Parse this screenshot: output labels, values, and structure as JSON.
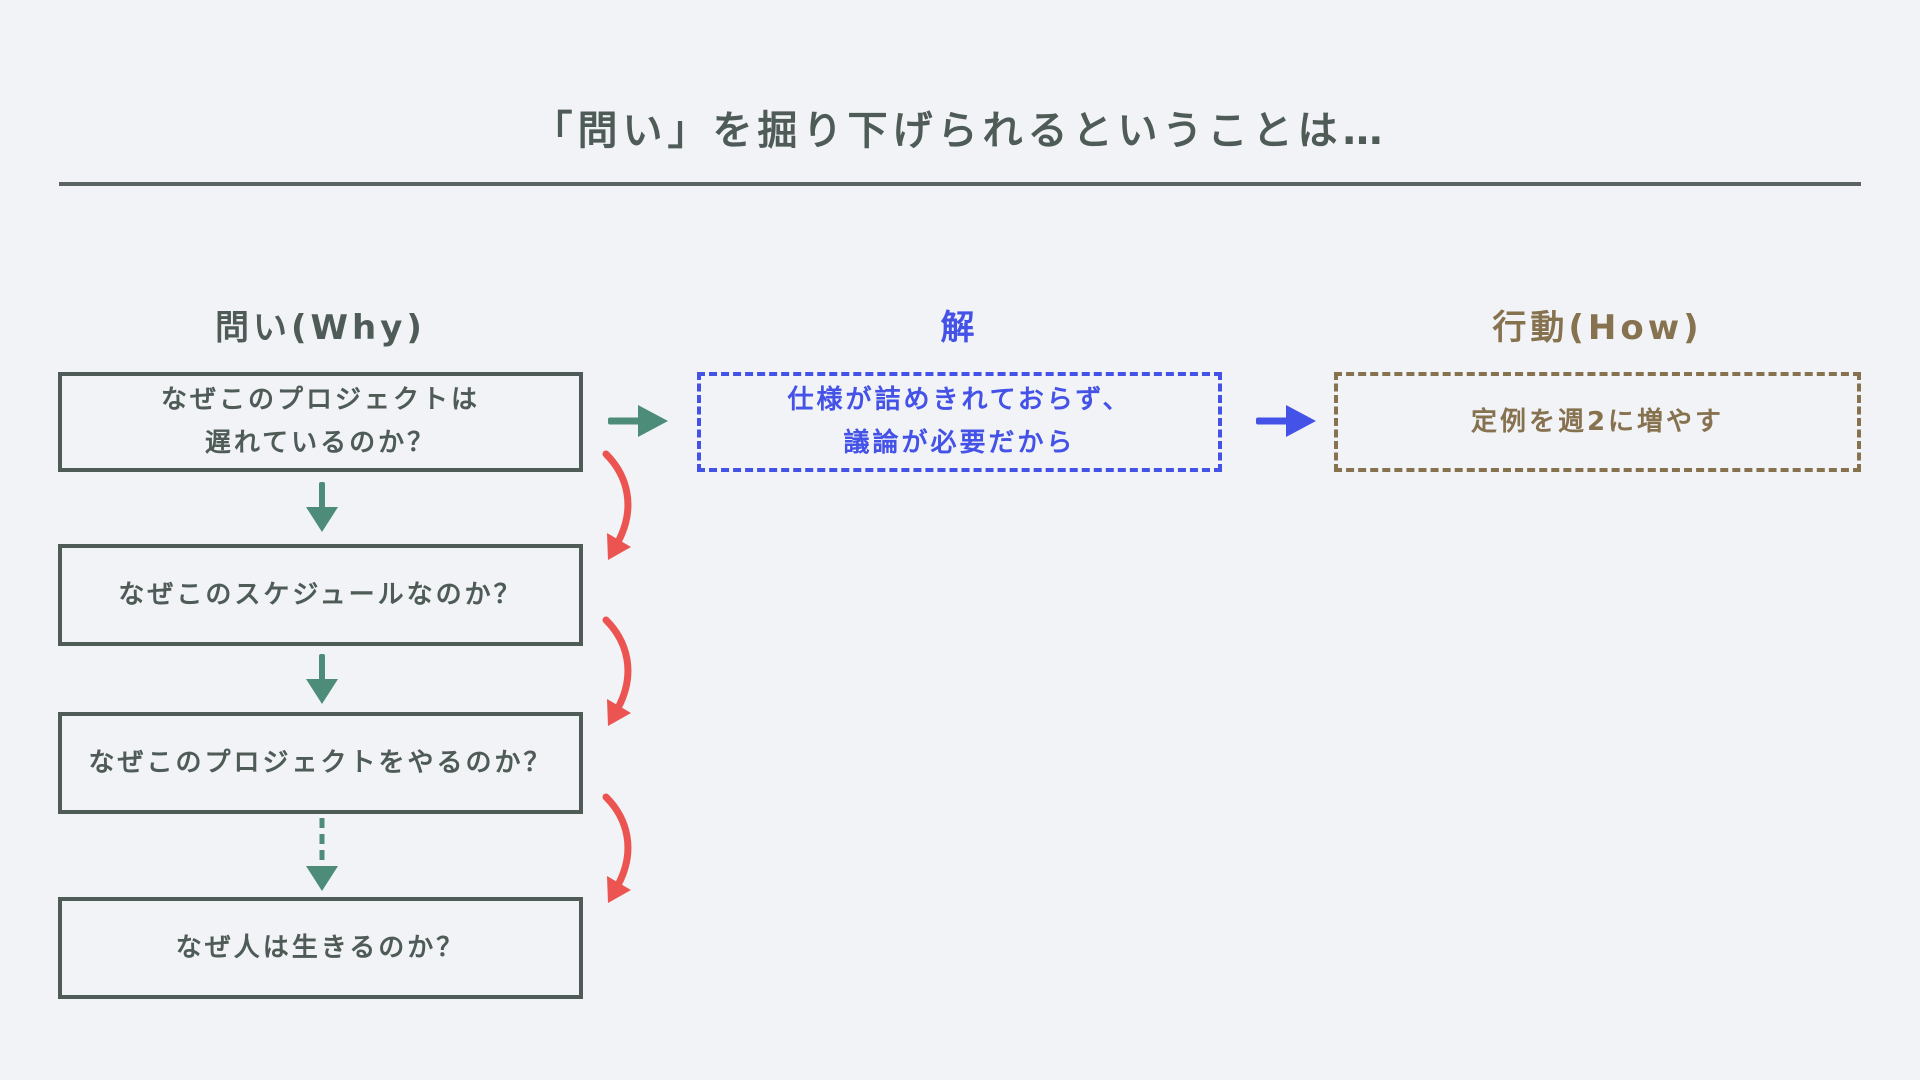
{
  "page": {
    "title": "「問い」を掘り下げられるということは…"
  },
  "columns": {
    "why": {
      "label": "問い(Why)"
    },
    "answer": {
      "label": "解"
    },
    "how": {
      "label": "行動(How)"
    }
  },
  "why_boxes": [
    {
      "lines": [
        "なぜこのプロジェクトは",
        "遅れているのか？"
      ]
    },
    {
      "lines": [
        "なぜこのスケジュールなのか？"
      ]
    },
    {
      "lines": [
        "なぜこのプロジェクトをやるのか？"
      ]
    },
    {
      "lines": [
        "なぜ人は生きるのか？"
      ]
    }
  ],
  "answer_box": {
    "lines": [
      "仕様が詰めきれておらず、",
      "議論が必要だから"
    ]
  },
  "how_box": {
    "lines": [
      "定例を週2に増やす"
    ]
  },
  "icons": {
    "right_arrow": "solid right-pointing arrow",
    "down_arrow": "solid down-pointing arrow",
    "dashed_down_arrow": "dashed down-pointing arrow",
    "curved_arrow": "red curved dig-deeper arrow"
  },
  "colors": {
    "background": "#F1F3F6",
    "ink": "#4E5B56",
    "divider": "#5A6460",
    "teal_arrow": "#4E8C7A",
    "red_arrow": "#EB5450",
    "blue_accent": "#4452E8",
    "brown_accent": "#877250"
  }
}
